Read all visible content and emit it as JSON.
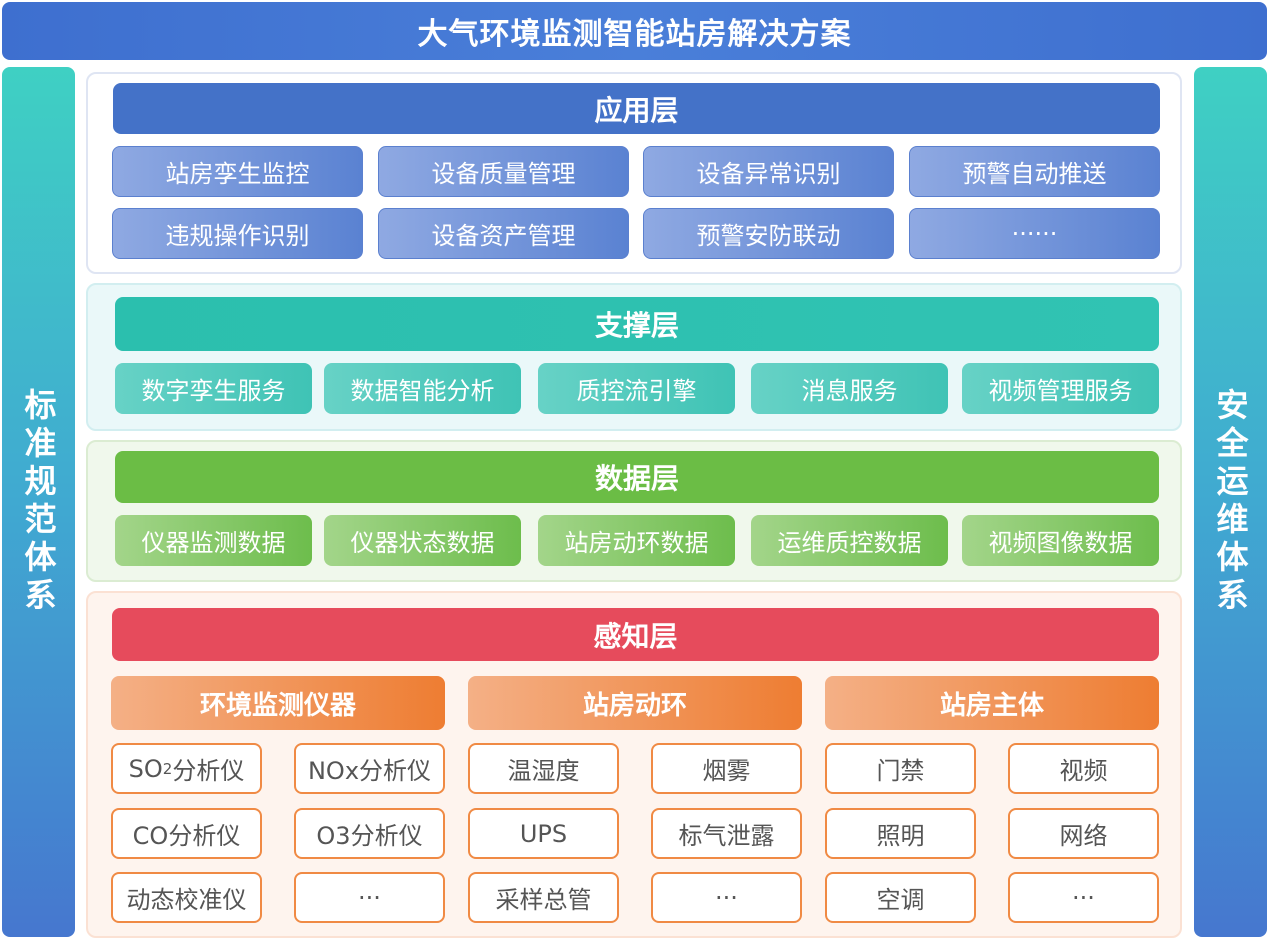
{
  "title": "大气环境监测智能站房解决方案",
  "left_side": "标准规范体系",
  "right_side": "安全运维体系",
  "application_layer": {
    "title": "应用层",
    "items": [
      "站房孪生监控",
      "设备质量管理",
      "设备异常识别",
      "预警自动推送",
      "违规操作识别",
      "设备资产管理",
      "预警安防联动",
      "······"
    ]
  },
  "support_layer": {
    "title": "支撑层",
    "items": [
      "数字孪生服务",
      "数据智能分析",
      "质控流引擎",
      "消息服务",
      "视频管理服务"
    ]
  },
  "data_layer": {
    "title": "数据层",
    "items": [
      "仪器监测数据",
      "仪器状态数据",
      "站房动环数据",
      "运维质控数据",
      "视频图像数据"
    ]
  },
  "perception_layer": {
    "title": "感知层",
    "groups": [
      {
        "title": "环境监测仪器",
        "items": [
          "SO",
          "2",
          "分析仪",
          "NOx分析仪",
          "CO分析仪",
          "O3分析仪",
          "动态校准仪",
          "···"
        ]
      },
      {
        "title": "站房动环",
        "items": [
          "温湿度",
          "烟雾",
          "UPS",
          "标气泄露",
          "采样总管",
          "···"
        ]
      },
      {
        "title": "站房主体",
        "items": [
          "门禁",
          "视频",
          "照明",
          "网络",
          "空调",
          "···"
        ]
      }
    ]
  },
  "colors": {
    "title_bar": "#4472c8",
    "application": "#4472c8",
    "support": "#2bbfae",
    "data": "#6bbd45",
    "perception": "#e64b5c",
    "perception_category": "#ee7d32"
  }
}
